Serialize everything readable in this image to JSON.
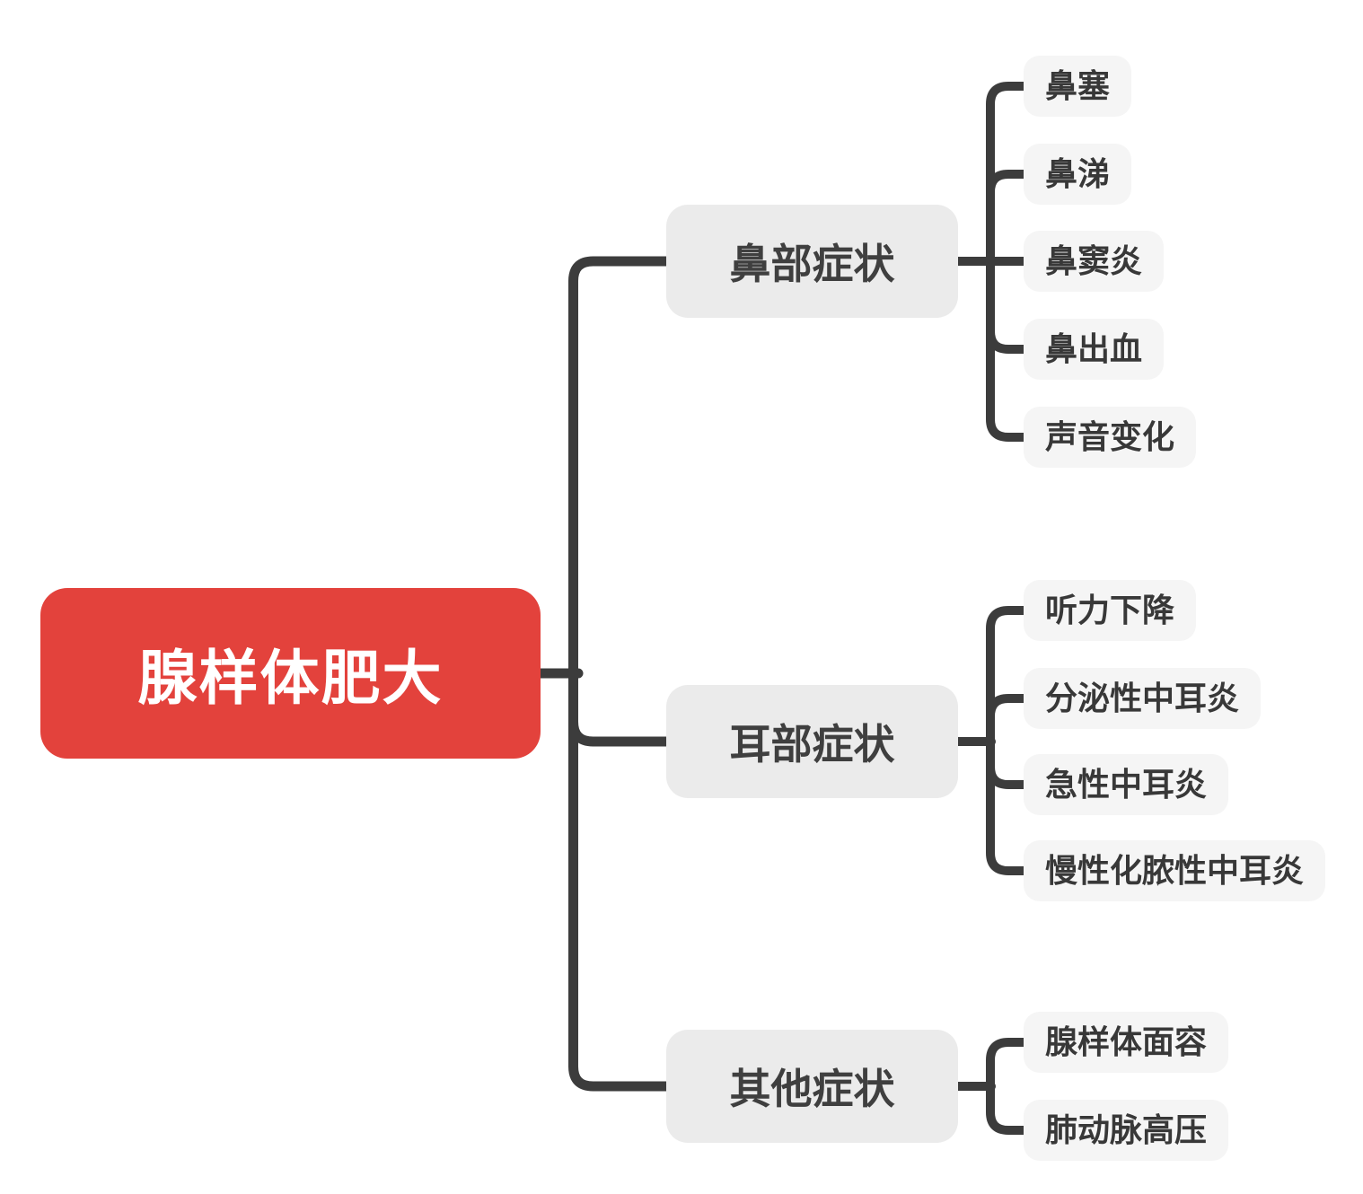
{
  "root": {
    "label": "腺样体肥大"
  },
  "branches": [
    {
      "label": "鼻部症状",
      "children": [
        {
          "label": "鼻塞"
        },
        {
          "label": "鼻涕"
        },
        {
          "label": "鼻窦炎"
        },
        {
          "label": "鼻出血"
        },
        {
          "label": "声音变化"
        }
      ]
    },
    {
      "label": "耳部症状",
      "children": [
        {
          "label": "听力下降"
        },
        {
          "label": "分泌性中耳炎"
        },
        {
          "label": "急性中耳炎"
        },
        {
          "label": "慢性化脓性中耳炎"
        }
      ]
    },
    {
      "label": "其他症状",
      "children": [
        {
          "label": "腺样体面容"
        },
        {
          "label": "肺动脉高压"
        }
      ]
    }
  ],
  "colors": {
    "root_background": "#e3423c",
    "root_text": "#ffffff",
    "branch_background": "#ebebeb",
    "child_background": "#f5f5f5",
    "node_text": "#3f3f3f",
    "connector": "#3c3c3c",
    "page_background": "#ffffff"
  }
}
